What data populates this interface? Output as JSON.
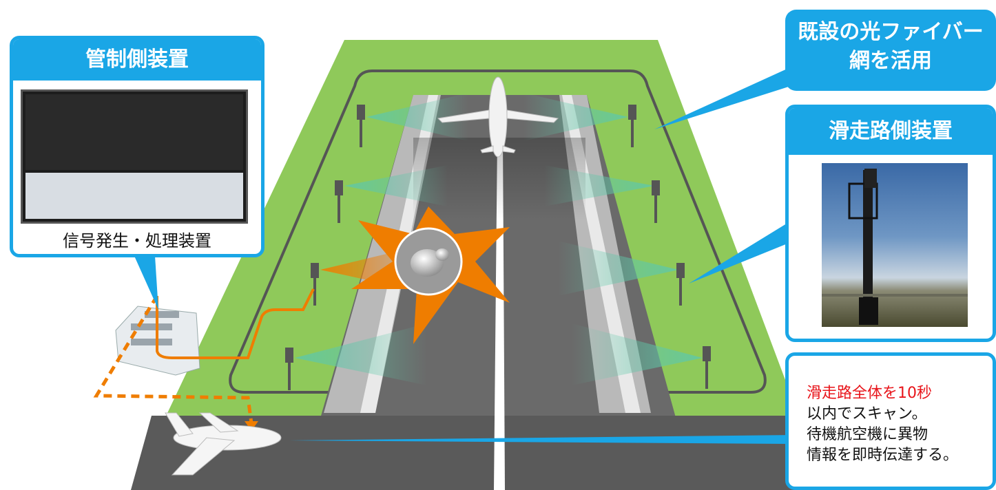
{
  "control_panel": {
    "title": "管制側装置",
    "caption": "信号発生・処理装置"
  },
  "fiber_label": {
    "line1": "既設の光ファイバー",
    "line2": "網を活用"
  },
  "runway_panel": {
    "title": "滑走路側装置"
  },
  "info_text": {
    "line1": "滑走路全体を10秒",
    "line2": "以内でスキャン。",
    "line3": "待機航空機に異物",
    "line4": "情報を即時伝達する。"
  },
  "colors": {
    "accent_blue": "#1aa6e6",
    "grass": "#8fc95a",
    "runway": "#5e5e5e",
    "alert_orange": "#ef7d00",
    "highlight_red": "#e8141a"
  },
  "icons": {
    "airplane": "airplane-icon",
    "sensor": "radar-sensor-icon",
    "debris": "foreign-object-icon",
    "building": "control-tower-building-icon"
  }
}
